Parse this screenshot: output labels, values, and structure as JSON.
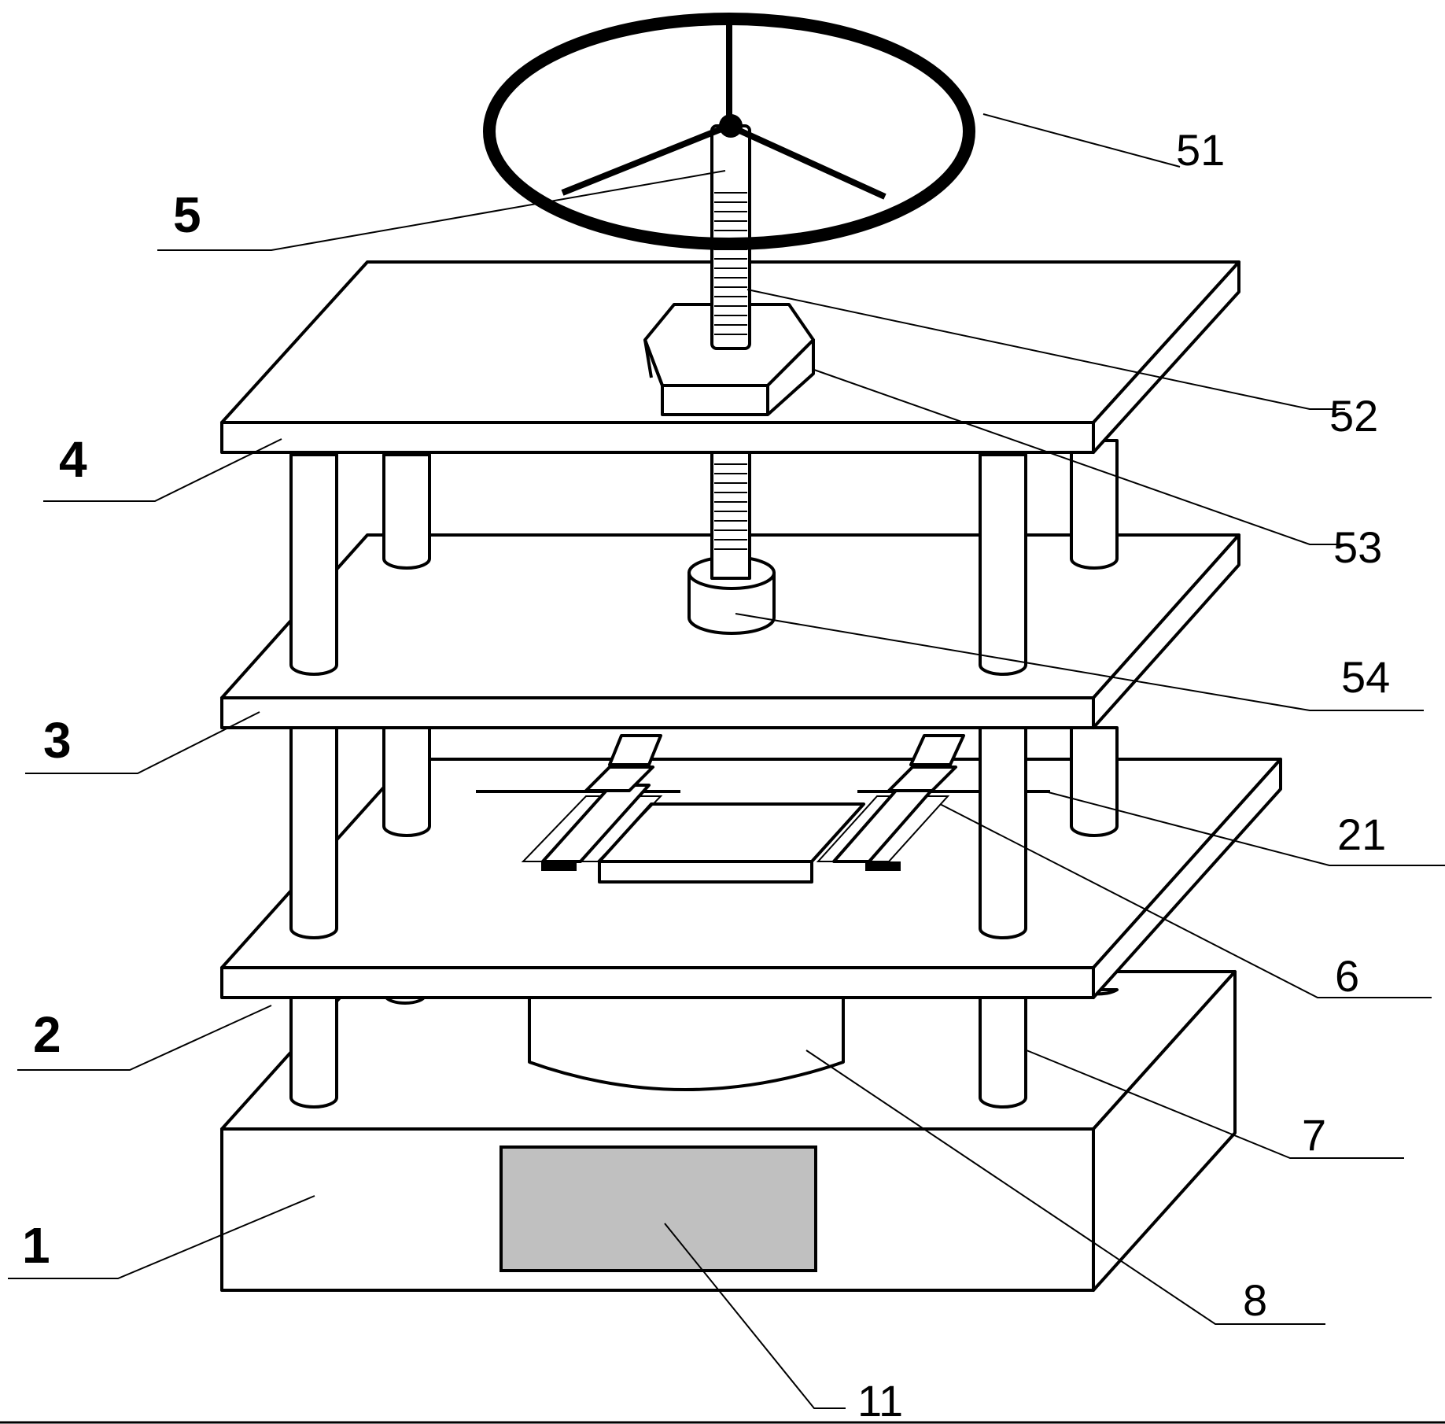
{
  "colors": {
    "line": "#000000",
    "background": "#ffffff",
    "display_panel": "#c0c0c0"
  },
  "labels": {
    "base": "1",
    "display_panel": "11",
    "lower_plate": "2",
    "slide_rail": "21",
    "middle_plate": "3",
    "upper_plate": "4",
    "press_assembly": "5",
    "handwheel": "51",
    "screw_rod": "52",
    "nut": "53",
    "press_head": "54",
    "clamp": "6",
    "guide_column": "7",
    "cylinder": "8"
  }
}
